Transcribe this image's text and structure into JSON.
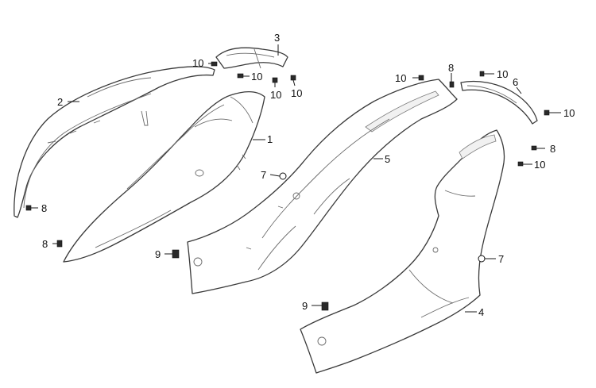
{
  "callouts": {
    "c1": "1",
    "c2": "2",
    "c3": "3",
    "c4": "4",
    "c5": "5",
    "c6": "6",
    "c7a": "7",
    "c7b": "7",
    "c8a": "8",
    "c8b": "8",
    "c8c": "8",
    "c8d": "8",
    "c9a": "9",
    "c9b": "9",
    "c10a": "10",
    "c10b": "10",
    "c10c": "10",
    "c10d": "10",
    "c10e": "10",
    "c10f": "10",
    "c10g": "10"
  },
  "colors": {
    "line": "#3a3a3a",
    "background": "#ffffff"
  }
}
